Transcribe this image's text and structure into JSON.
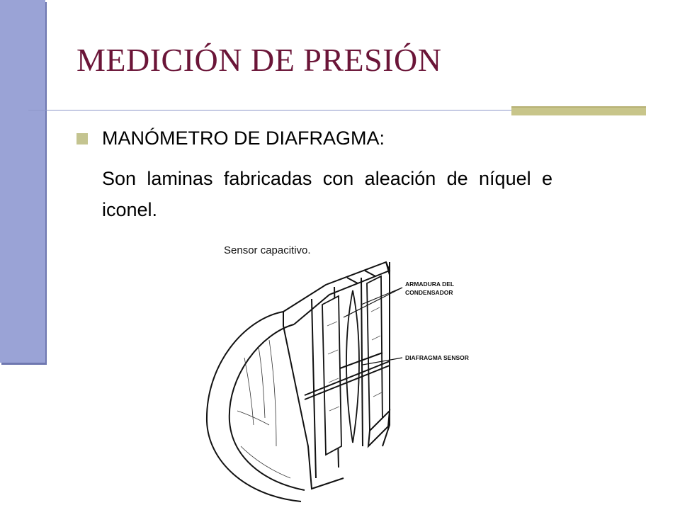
{
  "slide": {
    "title": "MEDICIÓN DE PRESIÓN",
    "bullet": "MANÓMETRO DE DIAFRAGMA:",
    "body": "Son laminas fabricadas con aleación de níquel e iconel."
  },
  "figure": {
    "caption": "Sensor capacitivo.",
    "label_armature_line1": "ARMADURA DEL",
    "label_armature_line2": "CONDENSADOR",
    "label_diaphragm": "DIAFRAGMA SENSOR"
  },
  "colors": {
    "title": "#6b1538",
    "sidebar": "#9aa3d6",
    "accent": "#c8c58a",
    "bullet": "#c4c490"
  }
}
